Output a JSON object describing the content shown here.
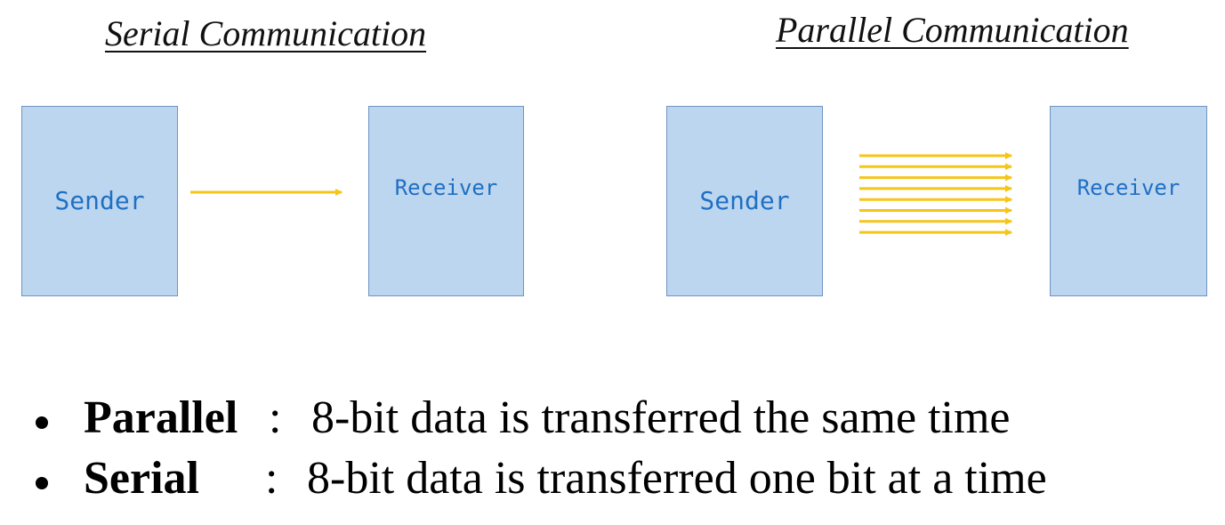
{
  "serial": {
    "title": "Serial Communication",
    "sender_label": "Sender",
    "receiver_label": "Receiver",
    "line_count": 1
  },
  "parallel": {
    "title": "Parallel Communication",
    "sender_label": "Sender",
    "receiver_label": "Receiver",
    "line_count": 8
  },
  "colors": {
    "box_fill": "#bdd6ef",
    "box_border": "#6f93c2",
    "box_text": "#1f6fc4",
    "arrow": "#f5c518"
  },
  "bullets": [
    {
      "term": "Parallel",
      "colon": ":",
      "text": "8-bit data is transferred the same time"
    },
    {
      "term": "Serial",
      "colon": ":",
      "text": "8-bit data is transferred one bit at a time"
    }
  ]
}
